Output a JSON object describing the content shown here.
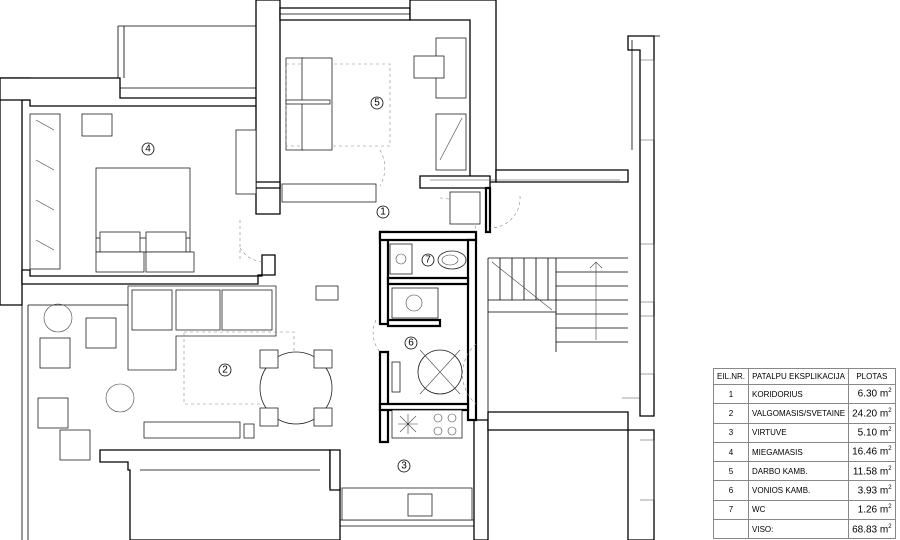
{
  "rooms": [
    {
      "number": "1"
    },
    {
      "number": "2"
    },
    {
      "number": "3"
    },
    {
      "number": "4"
    },
    {
      "number": "5"
    },
    {
      "number": "6"
    },
    {
      "number": "7"
    }
  ],
  "legend": {
    "headers": [
      "EIL.NR.",
      "PATALPU EKSPLIKACIJA",
      "PLOTAS"
    ],
    "unit_suffix": "m",
    "unit_exp": "2",
    "rows": [
      {
        "nr": "1",
        "name": "KORIDORIUS",
        "area": "6.30"
      },
      {
        "nr": "2",
        "name": "VALGOMASIS/SVETAINE",
        "area": "24.20"
      },
      {
        "nr": "3",
        "name": "VIRTUVE",
        "area": "5.10"
      },
      {
        "nr": "4",
        "name": "MIEGAMASIS",
        "area": "16.46"
      },
      {
        "nr": "5",
        "name": "DARBO KAMB.",
        "area": "11.58"
      },
      {
        "nr": "6",
        "name": "VONIOS KAMB.",
        "area": "3.93"
      },
      {
        "nr": "7",
        "name": "WC",
        "area": "1.26"
      }
    ],
    "total": {
      "nr": "",
      "name": "VISO:",
      "area": "68.83"
    }
  }
}
